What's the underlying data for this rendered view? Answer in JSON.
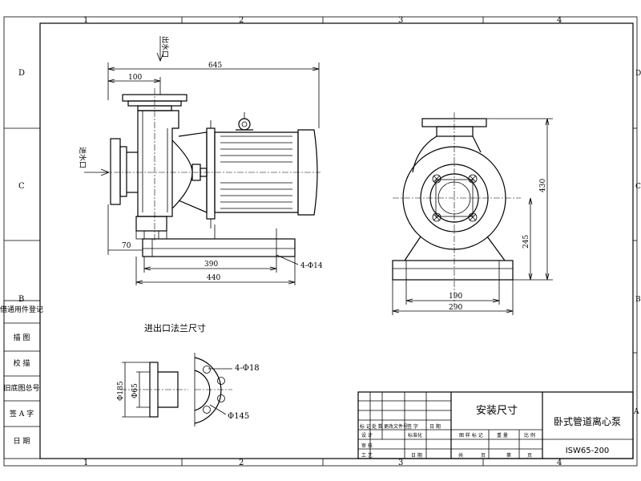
{
  "border": {
    "cols": [
      "1",
      "2",
      "3",
      "4"
    ],
    "rows": [
      "D",
      "C",
      "B",
      "A"
    ]
  },
  "left_table": [
    "借通用件登记",
    "描 图",
    "校 描",
    "旧底图总号",
    "签 A 字",
    "日 期"
  ],
  "front_view": {
    "outlet_label": "出水口",
    "inlet_label": "进水口",
    "dims": {
      "d645": "645",
      "d100": "100",
      "d70": "70",
      "d390": "390",
      "d440": "440",
      "holes": "4-Φ14"
    }
  },
  "side_view": {
    "dims": {
      "d430": "430",
      "d245": "245",
      "d190": "190",
      "d290": "290"
    }
  },
  "flange": {
    "title": "进出口法兰尺寸",
    "d185": "Φ185",
    "d65": "Φ65",
    "holes": "4-Φ18",
    "d145": "Φ145"
  },
  "title_block": {
    "install_title": "安装尺寸",
    "product_name": "卧式管道离心泵",
    "model": "ISW65-200",
    "h_mark": "标 记",
    "h_count": "处 数",
    "h_doc": "更改文件号",
    "h_sign": "签 字",
    "h_date": "日 期",
    "h_design": "设 计",
    "h_std": "标准化",
    "h_stage": "图 样 标 记",
    "h_weight": "重 量",
    "h_scale": "比 例",
    "h_review": "审 核",
    "h_process": "工 艺",
    "h_date2": "日 期",
    "h_total": "共",
    "h_sheet_unit": "页",
    "h_sheet": "第",
    "h_page": "页",
    "a_mark": "A"
  }
}
